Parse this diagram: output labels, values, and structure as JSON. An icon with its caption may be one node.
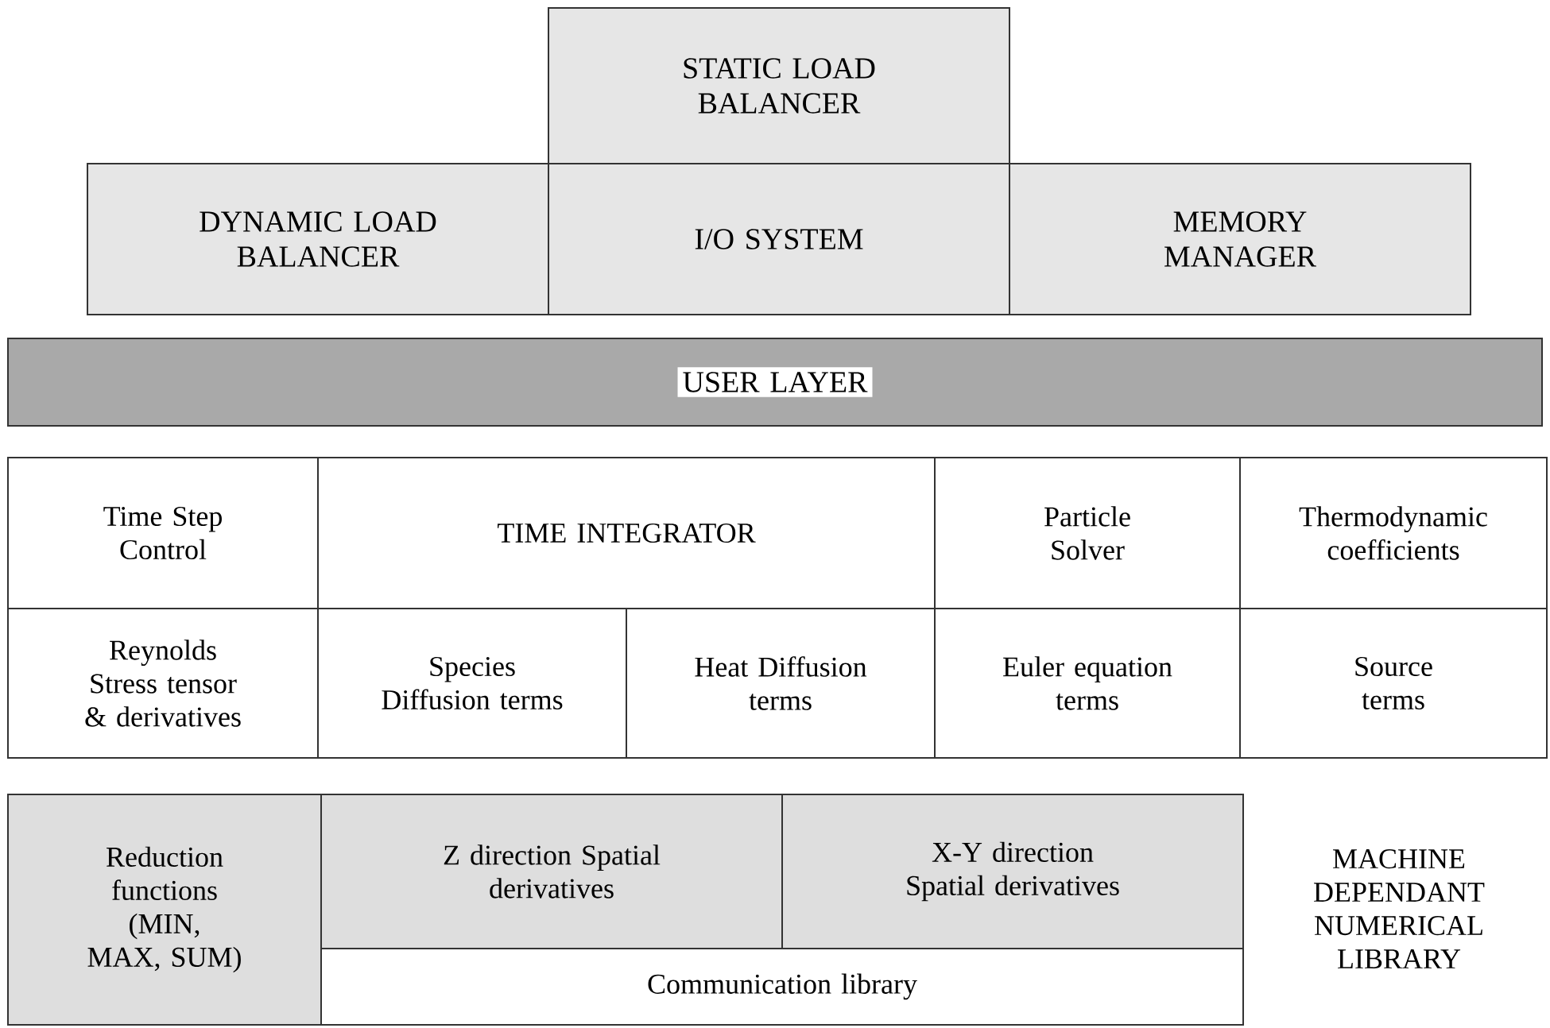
{
  "diagram": {
    "nodes": [
      {
        "text": [
          "STATIC LOAD BALANCER"
        ]
      },
      {
        "text": [
          "DYNAMIC LOAD BALANCER"
        ]
      },
      {
        "text": [
          "I/O SYSTEM"
        ]
      },
      {
        "text": [
          "MEMORY MANAGER"
        ]
      },
      {
        "text": [
          "USER LAYER"
        ]
      },
      {
        "text": [
          "Time Step Control"
        ]
      },
      {
        "text": [
          "TIME INTEGRATOR"
        ]
      },
      {
        "text": [
          "Particle Solver"
        ]
      },
      {
        "text": [
          "Thermodynamic coefficients"
        ]
      },
      {
        "text": [
          "Reynolds Stress tensor & derivatives"
        ]
      },
      {
        "text": [
          "Species Diffusion terms"
        ]
      },
      {
        "text": [
          "Heat Diffusion terms"
        ]
      },
      {
        "text": [
          "Euler equation terms"
        ]
      },
      {
        "text": [
          "Source terms"
        ]
      },
      {
        "text": [
          "Reduction functions (MIN, MAX, SUM)"
        ]
      },
      {
        "text": [
          "Z direction Spatial derivatives"
        ]
      },
      {
        "text": [
          "X-Y direction Spatial derivatives"
        ]
      },
      {
        "text": [
          "Communication library"
        ]
      }
    ],
    "edges": [],
    "labels": [
      "MACHINE DEPENDANT NUMERICAL LIBRARY"
    ]
  }
}
